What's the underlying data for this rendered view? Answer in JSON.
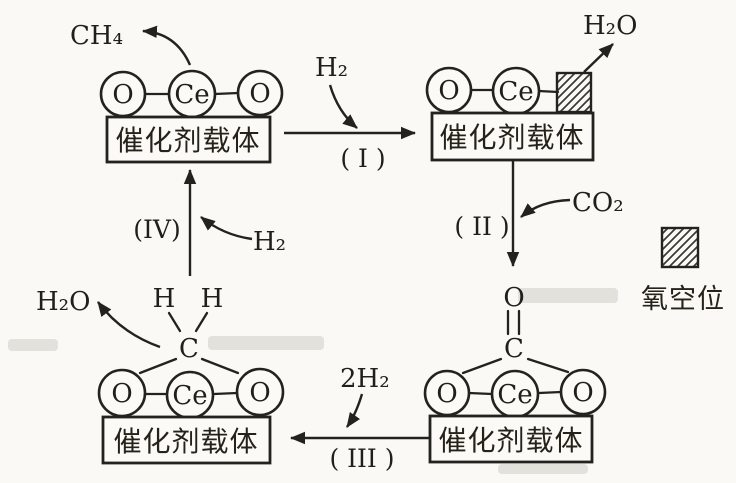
{
  "palette": {
    "ink": "#24221e",
    "paper": "#faf9f6"
  },
  "support_label": "催化剂载体",
  "legend": {
    "label": "氧空位"
  },
  "top_left_unit": {
    "atoms": [
      "O",
      "Ce",
      "O"
    ],
    "product": "CH₄"
  },
  "top_right_unit": {
    "atoms": [
      "O",
      "Ce"
    ],
    "product": "H₂O"
  },
  "bottom_right_unit": {
    "atoms": [
      "O",
      "Ce",
      "O"
    ],
    "carbonyl_oxygen": "O",
    "carbon": "C"
  },
  "bottom_left_unit": {
    "atoms": [
      "O",
      "Ce",
      "O"
    ],
    "carbon": "C",
    "hydrogens": [
      "H",
      "H"
    ],
    "product": "H₂O"
  },
  "steps": {
    "i": {
      "label": "( I )",
      "reagent": "H₂"
    },
    "ii": {
      "label": "( II )",
      "reagent": "CO₂"
    },
    "iii": {
      "label": "( III )",
      "reagent": "2H₂"
    },
    "iv": {
      "label": "(IV)",
      "reagent": "H₂"
    }
  }
}
